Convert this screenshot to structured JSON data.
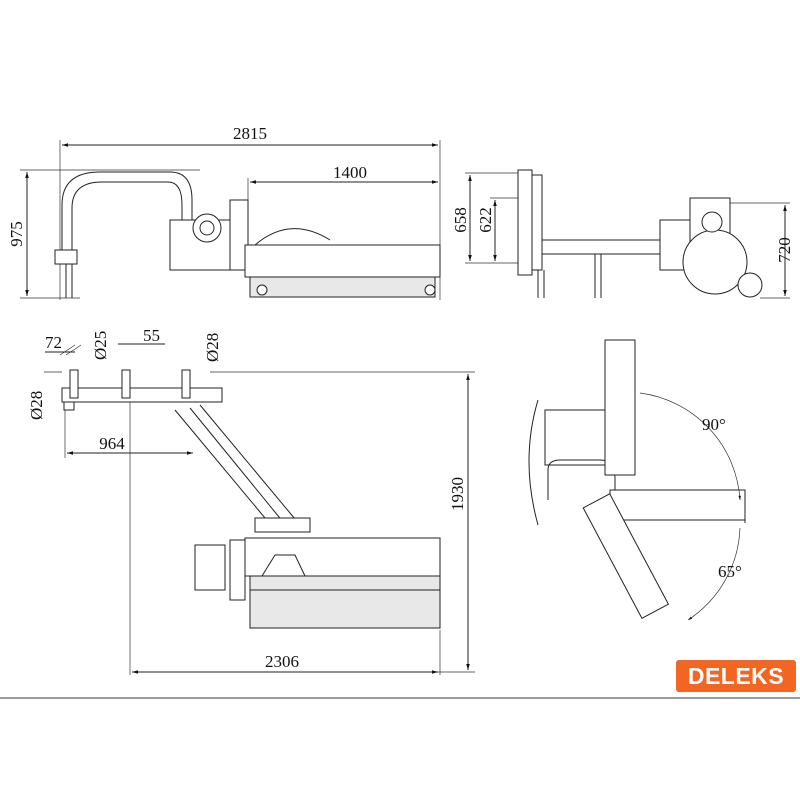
{
  "dimensions": {
    "top_overall_width": "2815",
    "top_height": "975",
    "top_cutting_width": "1400",
    "side_658": "658",
    "side_622": "622",
    "side_720": "720",
    "plan_72": "72",
    "plan_dia25": "Ø25",
    "plan_55": "55",
    "plan_dia28_top": "Ø28",
    "plan_dia28_left": "Ø28",
    "plan_964": "964",
    "plan_1930": "1930",
    "plan_2306": "2306",
    "angle_90": "90°",
    "angle_65": "65°"
  },
  "brand": {
    "logo_text": "DELEKS",
    "color": "#f26522"
  }
}
